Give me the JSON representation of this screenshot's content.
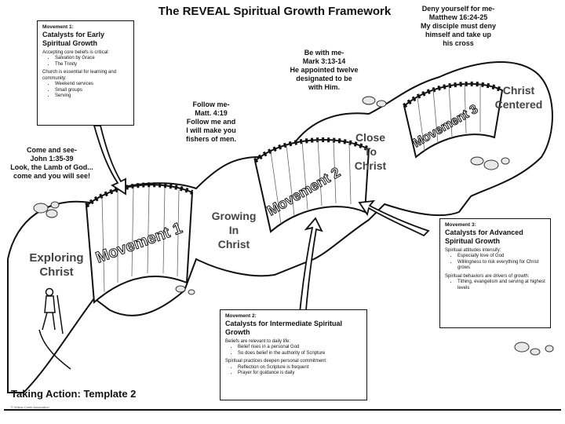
{
  "title": "The REVEAL Spiritual Growth Framework",
  "movement_labels": [
    "Movement 1",
    "Movement 2",
    "Movement 3"
  ],
  "stages": {
    "exploring": [
      "Exploring",
      "Christ"
    ],
    "growing": [
      "Growing",
      "In",
      "Christ"
    ],
    "close": [
      "Close",
      "To",
      "Christ"
    ],
    "centered": [
      "Christ",
      "Centered"
    ]
  },
  "quotes": {
    "come_and_see": [
      "Come and see-",
      "John 1:35-39",
      "Look, the Lamb of God...",
      "come and you will see!"
    ],
    "follow_me": [
      "Follow me-",
      "Matt. 4:19",
      "Follow me and",
      "I will make you",
      "fishers of men."
    ],
    "be_with_me": [
      "Be with me-",
      "Mark 3:13-14",
      "He appointed twelve",
      "designated to be",
      "with Him."
    ],
    "deny_yourself": [
      "Deny yourself for me-",
      "Matthew 16:24-25",
      "My disciple must deny",
      "himself and take up",
      "his cross"
    ]
  },
  "boxes": {
    "m1": {
      "label": "Movement 1:",
      "heading": "Catalysts for Early Spiritual Growth",
      "sections": [
        {
          "text": "Accepting core beliefs is critical:",
          "items": [
            "Salvation by Grace",
            "The Trinity"
          ]
        },
        {
          "text": "Church is essential for learning and community:",
          "items": [
            "Weekend services",
            "Small groups",
            "Serving"
          ]
        }
      ]
    },
    "m2": {
      "label": "Movement 2:",
      "heading": "Catalysts for Intermediate Spiritual Growth",
      "sections": [
        {
          "text": "Beliefs are relevant to daily life:",
          "items": [
            "Belief rises in a personal God",
            "So does belief in the authority of Scripture"
          ]
        },
        {
          "text": "Spiritual practices deepen personal commitment:",
          "items": [
            "Reflection on Scripture is frequent",
            "Prayer for guidance is daily"
          ]
        }
      ]
    },
    "m3": {
      "label": "Movement 3:",
      "heading": "Catalysts for Advanced Spiritual Growth",
      "sections": [
        {
          "text": "Spiritual attitudes intensify:",
          "items": [
            "Especially love of God",
            "Willingness to risk everything for Christ grows"
          ]
        },
        {
          "text": "Spiritual behaviors are drivers of growth:",
          "items": [
            "Tithing, evangelism and serving at highest levels"
          ]
        }
      ]
    }
  },
  "footer": "Taking Action: Template 2",
  "fine_print": "© Willow Creek Association"
}
